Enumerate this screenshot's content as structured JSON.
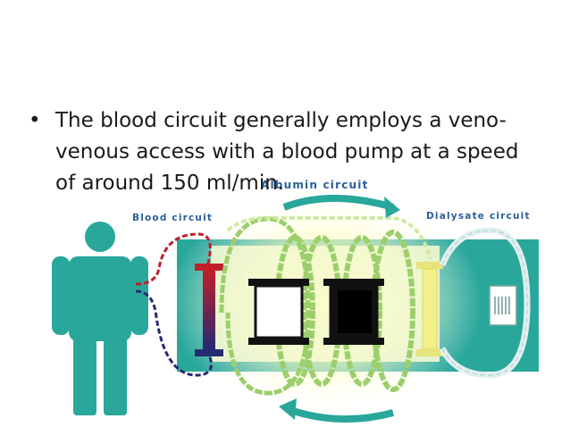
{
  "bullet": {
    "marker": "•",
    "text": "The blood circuit generally employs a veno-venous access with a blood pump at a speed of around 150 ml/min."
  },
  "diagram": {
    "labels": {
      "albumin": "Albumin circuit",
      "blood": "Blood circuit",
      "dialysate": "Dialysate circuit"
    },
    "colors": {
      "teal": "#2aa79b",
      "blood_red": "#c01f2a",
      "blood_blue": "#252a72",
      "albumin_green": "#9ccf6c",
      "dialysate_yellow": "#f3f08a",
      "label_blue": "#2a5f9a",
      "glow_yellow": "#fbfbb0"
    }
  }
}
